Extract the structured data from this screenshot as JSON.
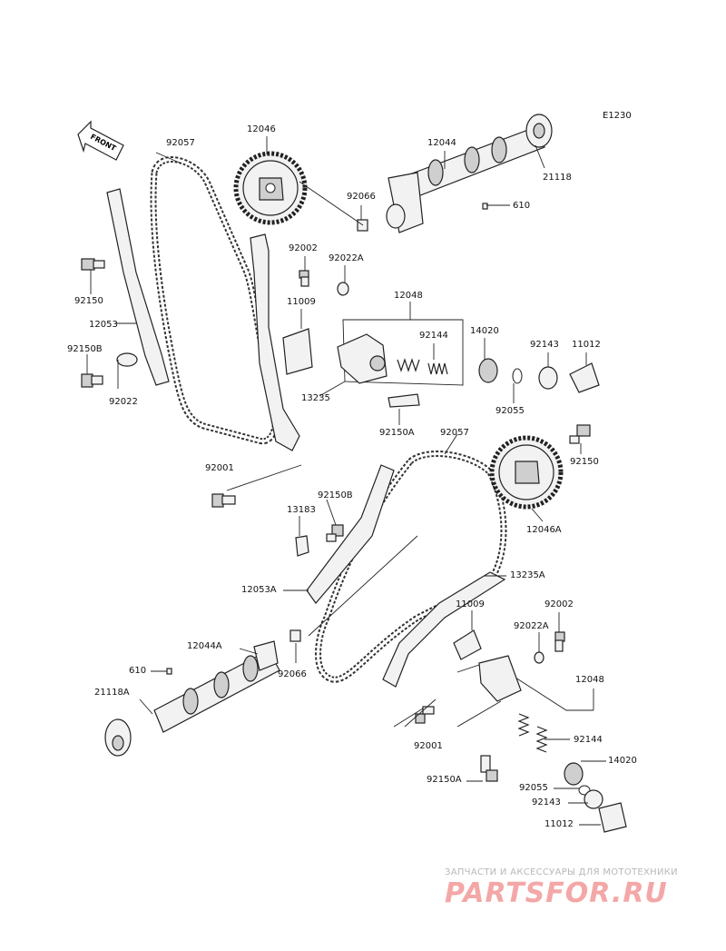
{
  "diagram": {
    "reference_code": "E1230",
    "front_arrow_label": "FRONT",
    "part_labels": [
      {
        "id": "92057-a",
        "text": "92057"
      },
      {
        "id": "12046",
        "text": "12046"
      },
      {
        "id": "12044",
        "text": "12044"
      },
      {
        "id": "21118",
        "text": "21118"
      },
      {
        "id": "610-a",
        "text": "610"
      },
      {
        "id": "92066-a",
        "text": "92066"
      },
      {
        "id": "92002-a",
        "text": "92002"
      },
      {
        "id": "92022A-a",
        "text": "92022A"
      },
      {
        "id": "11009-a",
        "text": "11009"
      },
      {
        "id": "12048-a",
        "text": "12048"
      },
      {
        "id": "92150-a",
        "text": "92150"
      },
      {
        "id": "12053",
        "text": "12053"
      },
      {
        "id": "92150B-a",
        "text": "92150B"
      },
      {
        "id": "92022",
        "text": "92022"
      },
      {
        "id": "92144-a",
        "text": "92144"
      },
      {
        "id": "14020-a",
        "text": "14020"
      },
      {
        "id": "92143-a",
        "text": "92143"
      },
      {
        "id": "11012-a",
        "text": "11012"
      },
      {
        "id": "13235",
        "text": "13235"
      },
      {
        "id": "92055-a",
        "text": "92055"
      },
      {
        "id": "92150A-a",
        "text": "92150A"
      },
      {
        "id": "92057-b",
        "text": "92057"
      },
      {
        "id": "92150-b",
        "text": "92150"
      },
      {
        "id": "92001-a",
        "text": "92001"
      },
      {
        "id": "92150B-b",
        "text": "92150B"
      },
      {
        "id": "12046A",
        "text": "12046A"
      },
      {
        "id": "13183",
        "text": "13183"
      },
      {
        "id": "13235A",
        "text": "13235A"
      },
      {
        "id": "12053A",
        "text": "12053A"
      },
      {
        "id": "11009-b",
        "text": "11009"
      },
      {
        "id": "92002-b",
        "text": "92002"
      },
      {
        "id": "92022A-b",
        "text": "92022A"
      },
      {
        "id": "12044A",
        "text": "12044A"
      },
      {
        "id": "610-b",
        "text": "610"
      },
      {
        "id": "92066-b",
        "text": "92066"
      },
      {
        "id": "12048-b",
        "text": "12048"
      },
      {
        "id": "21118A",
        "text": "21118A"
      },
      {
        "id": "92144-b",
        "text": "92144"
      },
      {
        "id": "92001-b",
        "text": "92001"
      },
      {
        "id": "14020-b",
        "text": "14020"
      },
      {
        "id": "92150A-b",
        "text": "92150A"
      },
      {
        "id": "92055-b",
        "text": "92055"
      },
      {
        "id": "92143-b",
        "text": "92143"
      },
      {
        "id": "11012-b",
        "text": "11012"
      }
    ]
  },
  "watermark": {
    "caption": "ЗАПЧАСТИ И АКСЕССУАРЫ ДЛЯ МОТОТЕХНИКИ",
    "logo": "PARTSFOR.RU",
    "logo_color": "#f4a7a7"
  }
}
